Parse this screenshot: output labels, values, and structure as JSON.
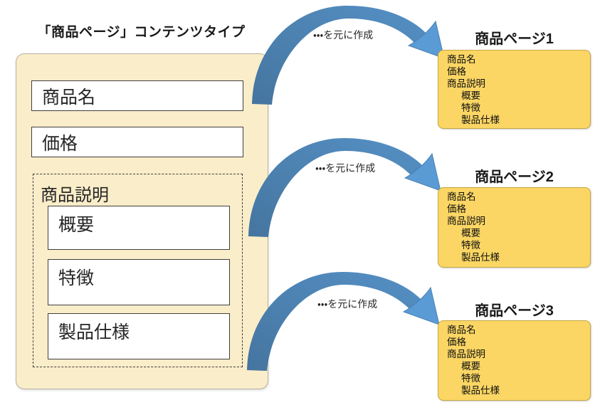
{
  "colors": {
    "cream_panel": "#FAEDC9",
    "gold_card": "#FBD664",
    "arrow_body_dark": "#45759F",
    "arrow_body_light": "#5590C5",
    "arrow_head": "#5B9BD5"
  },
  "left_panel": {
    "title": "「商品ページ」コンテンツタイプ",
    "fields": [
      {
        "label": "商品名"
      },
      {
        "label": "価格"
      }
    ],
    "group": {
      "label": "商品説明",
      "fields": [
        {
          "label": "概要"
        },
        {
          "label": "特徴"
        },
        {
          "label": "製品仕様"
        }
      ]
    }
  },
  "arrows": [
    {
      "label": "・・・を元に作成"
    },
    {
      "label": "・・・を元に作成"
    },
    {
      "label": "・・・を元に作成"
    }
  ],
  "pages": [
    {
      "title": "商品ページ1",
      "lines": [
        {
          "text": "商品名",
          "indent": false
        },
        {
          "text": "価格",
          "indent": false
        },
        {
          "text": "商品説明",
          "indent": false
        },
        {
          "text": "概要",
          "indent": true
        },
        {
          "text": "特徴",
          "indent": true
        },
        {
          "text": "製品仕様",
          "indent": true
        }
      ]
    },
    {
      "title": "商品ページ2",
      "lines": [
        {
          "text": "商品名",
          "indent": false
        },
        {
          "text": "価格",
          "indent": false
        },
        {
          "text": "商品説明",
          "indent": false
        },
        {
          "text": "概要",
          "indent": true
        },
        {
          "text": "特徴",
          "indent": true
        },
        {
          "text": "製品仕様",
          "indent": true
        }
      ]
    },
    {
      "title": "商品ページ3",
      "lines": [
        {
          "text": "商品名",
          "indent": false
        },
        {
          "text": "価格",
          "indent": false
        },
        {
          "text": "商品説明",
          "indent": false
        },
        {
          "text": "概要",
          "indent": true
        },
        {
          "text": "特徴",
          "indent": true
        },
        {
          "text": "製品仕様",
          "indent": true
        }
      ]
    }
  ]
}
